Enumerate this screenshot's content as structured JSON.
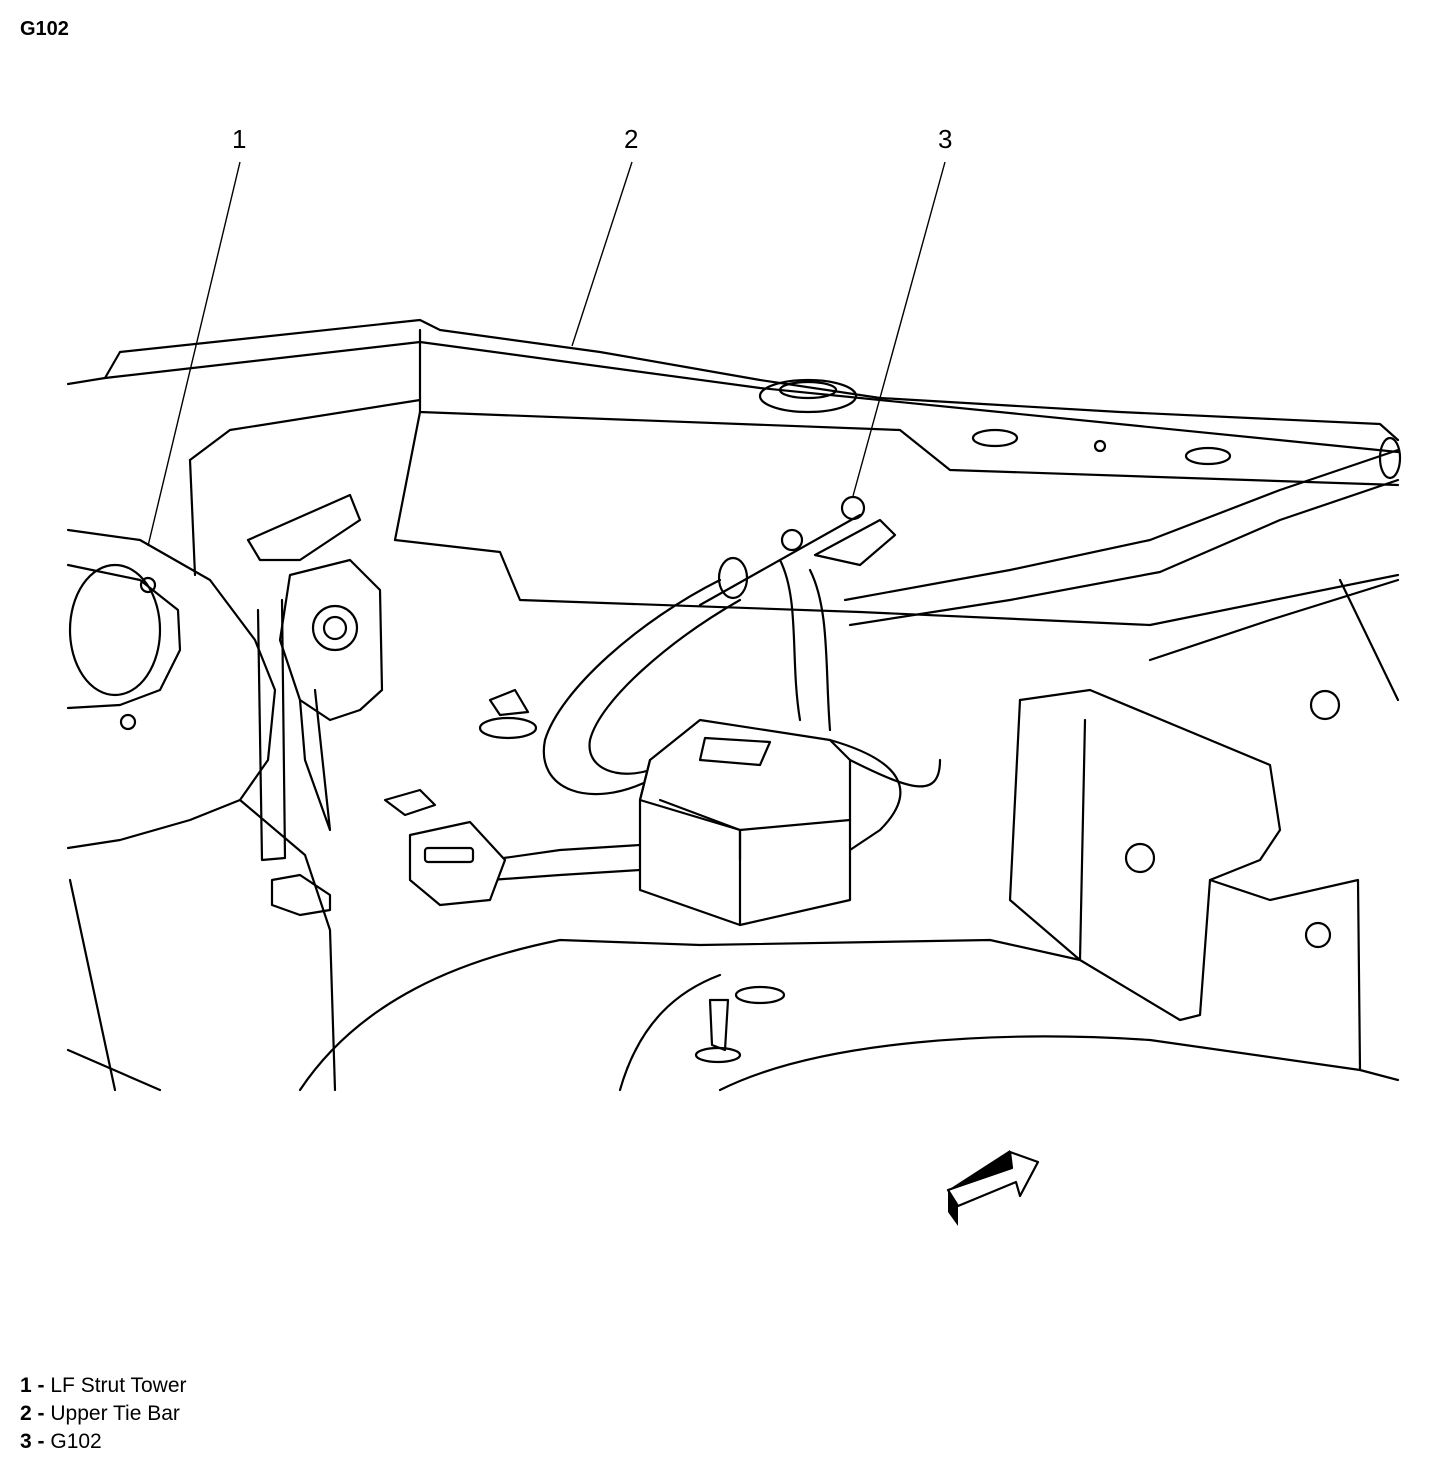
{
  "figure_id": "G102",
  "callouts": [
    {
      "number": "1",
      "label": "LF Strut Tower"
    },
    {
      "number": "2",
      "label": "Upper Tie Bar"
    },
    {
      "number": "3",
      "label": "G102"
    }
  ],
  "legend": [
    {
      "number": "1 -",
      "text": "LF Strut Tower"
    },
    {
      "number": "2 -",
      "text": "Upper Tie Bar"
    },
    {
      "number": "3 -",
      "text": "G102"
    }
  ],
  "icons": {
    "direction": "forward-arrow-icon"
  }
}
